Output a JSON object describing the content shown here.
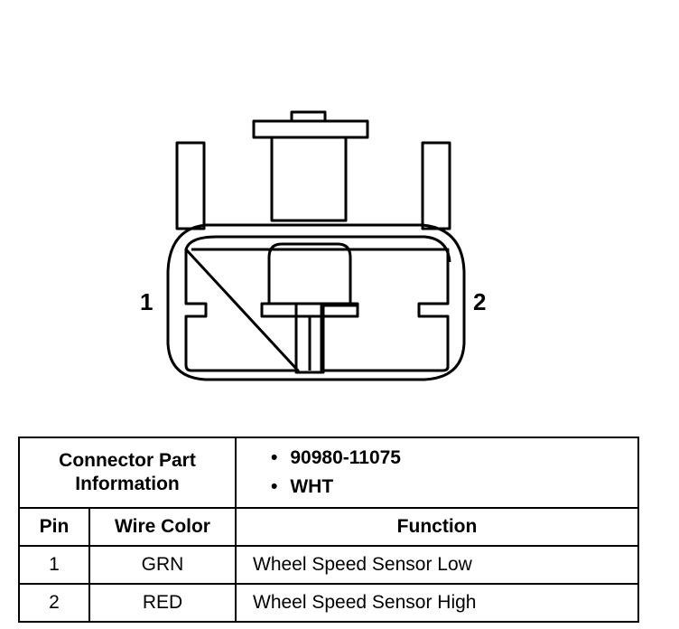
{
  "diagram": {
    "pin_left": "1",
    "pin_right": "2"
  },
  "table": {
    "connector_part_title_line1": "Connector Part",
    "connector_part_title_line2": "Information",
    "part_items": [
      "90980-11075",
      "WHT"
    ],
    "headers": {
      "pin": "Pin",
      "wire_color": "Wire Color",
      "function": "Function"
    },
    "rows": [
      {
        "pin": "1",
        "wire_color": "GRN",
        "function": "Wheel Speed Sensor Low"
      },
      {
        "pin": "2",
        "wire_color": "RED",
        "function": "Wheel Speed Sensor High"
      }
    ]
  }
}
